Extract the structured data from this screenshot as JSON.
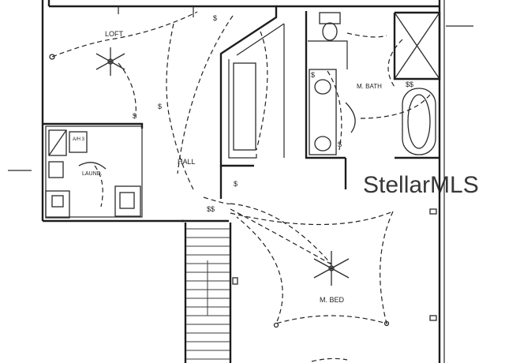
{
  "rooms": {
    "loft": "LOFT",
    "hall": "HALL",
    "laundry": "LAUND.",
    "master_bath": "M. BATH",
    "master_bed": "M. BED",
    "ah_unit": "A/H\n3"
  },
  "watermark": "StellarMLS",
  "colors": {
    "line": "#1c1c1c",
    "background": "#ffffff",
    "watermark": "#c9c9c9"
  }
}
